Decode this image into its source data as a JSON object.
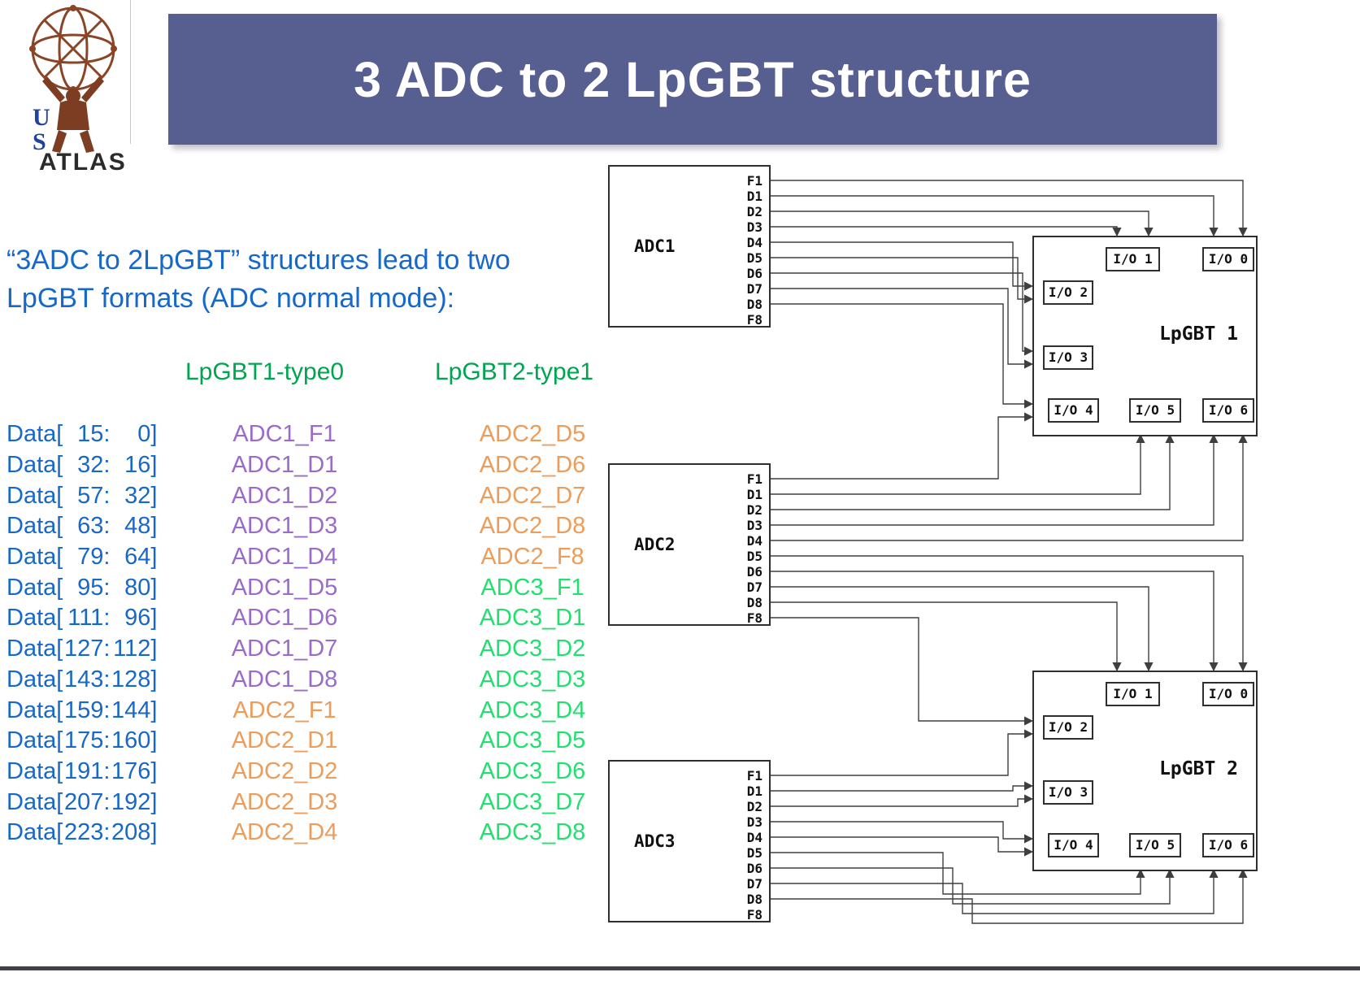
{
  "slide": {
    "title": "3 ADC to 2 LpGBT structure",
    "intro_line1": "“3ADC to 2LpGBT” structures lead to two",
    "intro_line2": "LpGBT formats (ADC normal mode):"
  },
  "logo": {
    "u": "U",
    "s": "S",
    "atlas": "ATLAS"
  },
  "table": {
    "word": "Data",
    "col1_header": "LpGBT1-type0",
    "col2_header": "LpGBT2-type1",
    "rows": [
      {
        "hi": "15",
        "lo": "0",
        "lpgbt1": "ADC1_F1",
        "lpgbt1_color": "adc1",
        "lpgbt2": "ADC2_D5",
        "lpgbt2_color": "adc2"
      },
      {
        "hi": "32",
        "lo": "16",
        "lpgbt1": "ADC1_D1",
        "lpgbt1_color": "adc1",
        "lpgbt2": "ADC2_D6",
        "lpgbt2_color": "adc2"
      },
      {
        "hi": "57",
        "lo": "32",
        "lpgbt1": "ADC1_D2",
        "lpgbt1_color": "adc1",
        "lpgbt2": "ADC2_D7",
        "lpgbt2_color": "adc2"
      },
      {
        "hi": "63",
        "lo": "48",
        "lpgbt1": "ADC1_D3",
        "lpgbt1_color": "adc1",
        "lpgbt2": "ADC2_D8",
        "lpgbt2_color": "adc2"
      },
      {
        "hi": "79",
        "lo": "64",
        "lpgbt1": "ADC1_D4",
        "lpgbt1_color": "adc1",
        "lpgbt2": "ADC2_F8",
        "lpgbt2_color": "adc2"
      },
      {
        "hi": "95",
        "lo": "80",
        "lpgbt1": "ADC1_D5",
        "lpgbt1_color": "adc1",
        "lpgbt2": "ADC3_F1",
        "lpgbt2_color": "adc3"
      },
      {
        "hi": "111",
        "lo": "96",
        "lpgbt1": "ADC1_D6",
        "lpgbt1_color": "adc1",
        "lpgbt2": "ADC3_D1",
        "lpgbt2_color": "adc3"
      },
      {
        "hi": "127",
        "lo": "112",
        "lpgbt1": "ADC1_D7",
        "lpgbt1_color": "adc1",
        "lpgbt2": "ADC3_D2",
        "lpgbt2_color": "adc3"
      },
      {
        "hi": "143",
        "lo": "128",
        "lpgbt1": "ADC1_D8",
        "lpgbt1_color": "adc1",
        "lpgbt2": "ADC3_D3",
        "lpgbt2_color": "adc3"
      },
      {
        "hi": "159",
        "lo": "144",
        "lpgbt1": "ADC2_F1",
        "lpgbt1_color": "adc2",
        "lpgbt2": "ADC3_D4",
        "lpgbt2_color": "adc3"
      },
      {
        "hi": "175",
        "lo": "160",
        "lpgbt1": "ADC2_D1",
        "lpgbt1_color": "adc2",
        "lpgbt2": "ADC3_D5",
        "lpgbt2_color": "adc3"
      },
      {
        "hi": "191",
        "lo": "176",
        "lpgbt1": "ADC2_D2",
        "lpgbt1_color": "adc2",
        "lpgbt2": "ADC3_D6",
        "lpgbt2_color": "adc3"
      },
      {
        "hi": "207",
        "lo": "192",
        "lpgbt1": "ADC2_D3",
        "lpgbt1_color": "adc2",
        "lpgbt2": "ADC3_D7",
        "lpgbt2_color": "adc3"
      },
      {
        "hi": "223",
        "lo": "208",
        "lpgbt1": "ADC2_D4",
        "lpgbt1_color": "adc2",
        "lpgbt2": "ADC3_D8",
        "lpgbt2_color": "adc3"
      }
    ]
  },
  "diagram": {
    "adcs": [
      {
        "label": "ADC1",
        "pins": [
          "F1",
          "D1",
          "D2",
          "D3",
          "D4",
          "D5",
          "D6",
          "D7",
          "D8",
          "F8"
        ]
      },
      {
        "label": "ADC2",
        "pins": [
          "F1",
          "D1",
          "D2",
          "D3",
          "D4",
          "D5",
          "D6",
          "D7",
          "D8",
          "F8"
        ]
      },
      {
        "label": "ADC3",
        "pins": [
          "F1",
          "D1",
          "D2",
          "D3",
          "D4",
          "D5",
          "D6",
          "D7",
          "D8",
          "F8"
        ]
      }
    ],
    "lpgbts": [
      {
        "label": "LpGBT 1",
        "ports": [
          "I/O 1",
          "I/O 0",
          "I/O 2",
          "I/O 3",
          "I/O 4",
          "I/O 5",
          "I/O 6"
        ]
      },
      {
        "label": "LpGBT 2",
        "ports": [
          "I/O 1",
          "I/O 0",
          "I/O 2",
          "I/O 3",
          "I/O 4",
          "I/O 5",
          "I/O 6"
        ]
      }
    ]
  },
  "colors": {
    "banner": "#575E90",
    "blue": "#1668CA",
    "green_header": "#00A550",
    "adc1": "#9B6BC9",
    "adc2": "#EC9D5B",
    "adc3": "#22DF6F",
    "wire": "#3F3F3F"
  }
}
